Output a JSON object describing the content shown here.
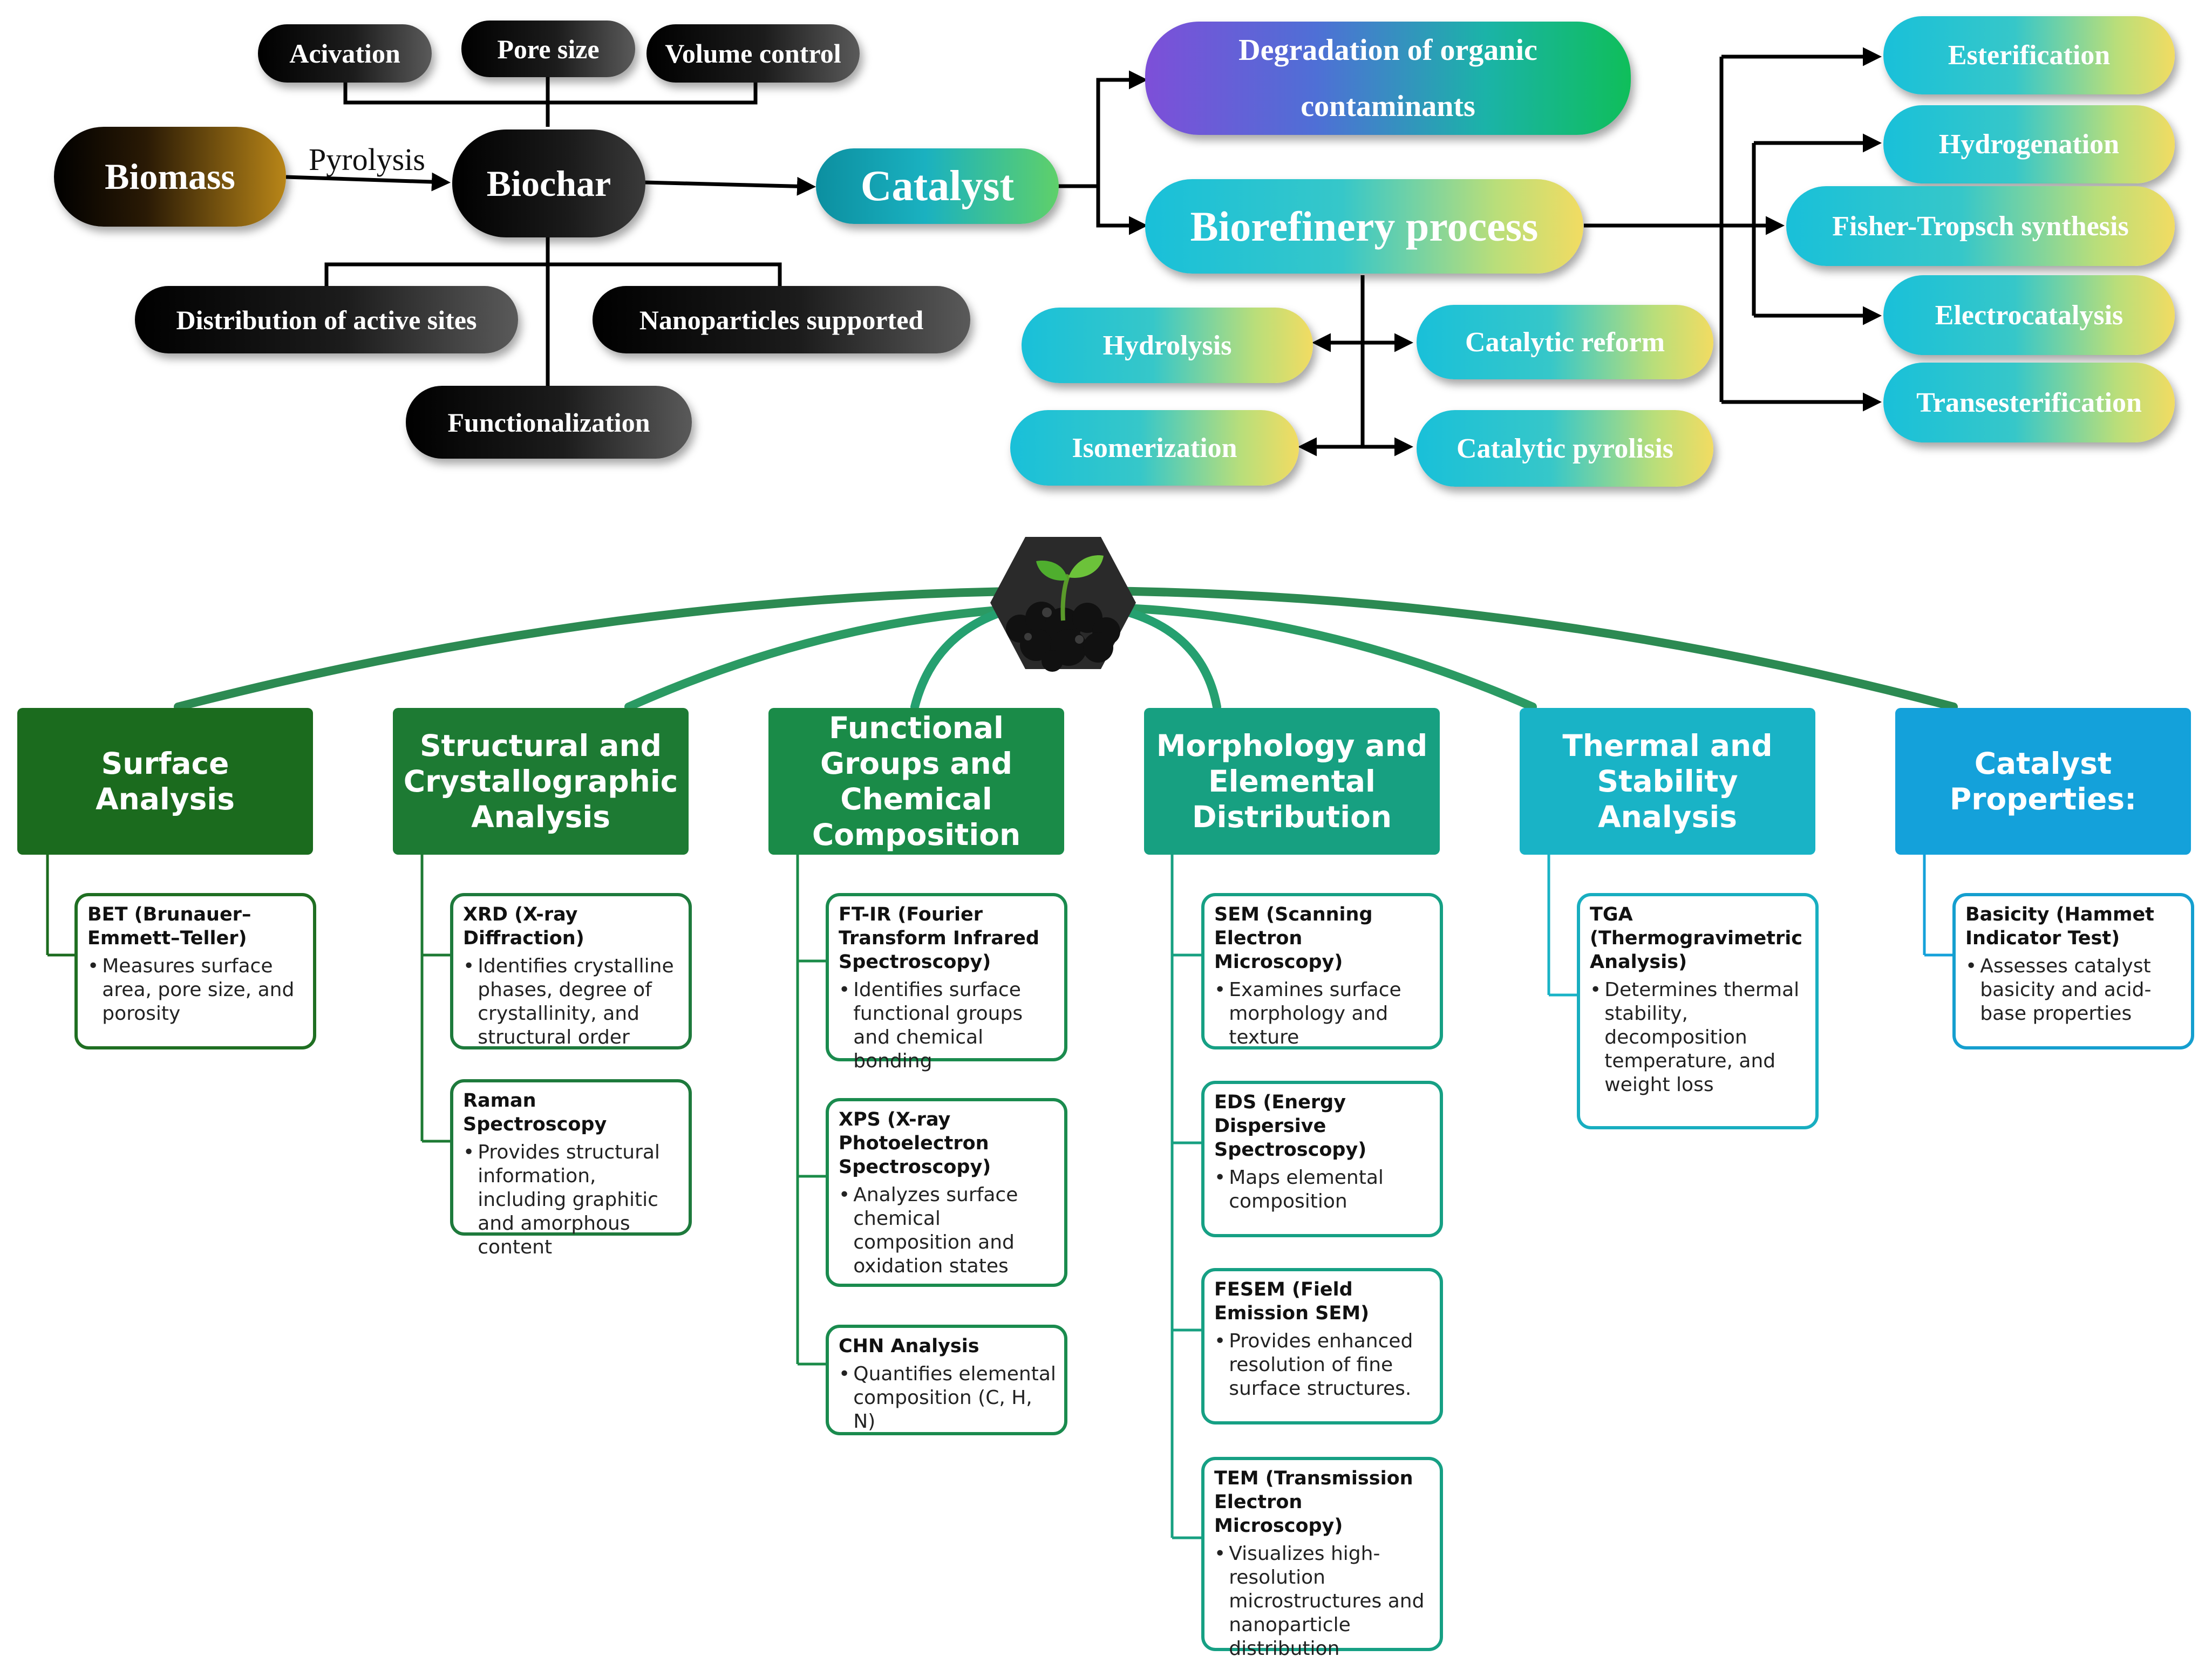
{
  "top": {
    "biomass": "Biomass",
    "pyrolysis": "Pyrolysis",
    "biochar": "Biochar",
    "activation": "Acivation",
    "pore_size": "Pore size",
    "volume_control": "Volume control",
    "distribution": "Distribution of active sites",
    "nanoparticles": "Nanoparticles supported",
    "functionalization": "Functionalization",
    "catalyst": "Catalyst",
    "degradation": "Degradation of  organic contaminants",
    "biorefinery": "Biorefinery process",
    "hydrolysis": "Hydrolysis",
    "catalytic_reform": "Catalytic reform",
    "isomerization": "Isomerization",
    "catalytic_pyrolisis": "Catalytic pyrolisis",
    "esterification": "Esterification",
    "hydrogenation": "Hydrogenation",
    "fisher_tropsch": "Fisher-Tropsch synthesis",
    "electrocatalysis": "Electrocatalysis",
    "transesterification": "Transesterification"
  },
  "colors": {
    "surface": "#1b6b1e",
    "structural": "#1d7a33",
    "functional": "#1a8b48",
    "morphology": "#17a081",
    "thermal": "#19b3c6",
    "catalyst_props": "#14a1da",
    "arc": "#2e8b57"
  },
  "categories": [
    {
      "title": "Surface Analysis",
      "cards": [
        {
          "title": "BET (Brunauer–Emmett–Teller)",
          "desc": "Measures surface area, pore size, and porosity"
        }
      ]
    },
    {
      "title": "Structural and Crystallographic Analysis",
      "cards": [
        {
          "title": "XRD (X-ray Diffraction)",
          "desc": "Identifies crystalline phases, degree of crystallinity, and structural order"
        },
        {
          "title": "Raman Spectroscopy",
          "desc": "Provides structural information, including graphitic and amorphous content"
        }
      ]
    },
    {
      "title": "Functional Groups and Chemical Composition",
      "cards": [
        {
          "title": "FT-IR (Fourier Transform Infrared Spectroscopy)",
          "desc": "Identifies surface functional groups and chemical bonding"
        },
        {
          "title": "XPS (X-ray Photoelectron Spectroscopy)",
          "desc": "Analyzes surface chemical composition and oxidation states"
        },
        {
          "title": "CHN Analysis",
          "desc": "Quantifies elemental composition (C, H, N)"
        }
      ]
    },
    {
      "title": "Morphology and Elemental Distribution",
      "cards": [
        {
          "title": "SEM (Scanning Electron Microscopy)",
          "desc": "Examines surface morphology and texture"
        },
        {
          "title": "EDS (Energy Dispersive Spectroscopy)",
          "desc": "Maps elemental composition"
        },
        {
          "title": "FESEM (Field Emission SEM)",
          "desc": "Provides enhanced resolution of fine surface structures."
        },
        {
          "title": "TEM (Transmission Electron Microscopy)",
          "desc": "Visualizes high-resolution microstructures and nanoparticle distribution"
        }
      ]
    },
    {
      "title": "Thermal and Stability Analysis",
      "cards": [
        {
          "title": "TGA (Thermogravimetric Analysis)",
          "desc": "Determines thermal stability, decomposition temperature, and weight loss"
        }
      ]
    },
    {
      "title": "Catalyst Properties:",
      "cards": [
        {
          "title": "Basicity (Hammet Indicator Test)",
          "desc": "Assesses catalyst basicity and acid-base properties"
        }
      ]
    }
  ]
}
